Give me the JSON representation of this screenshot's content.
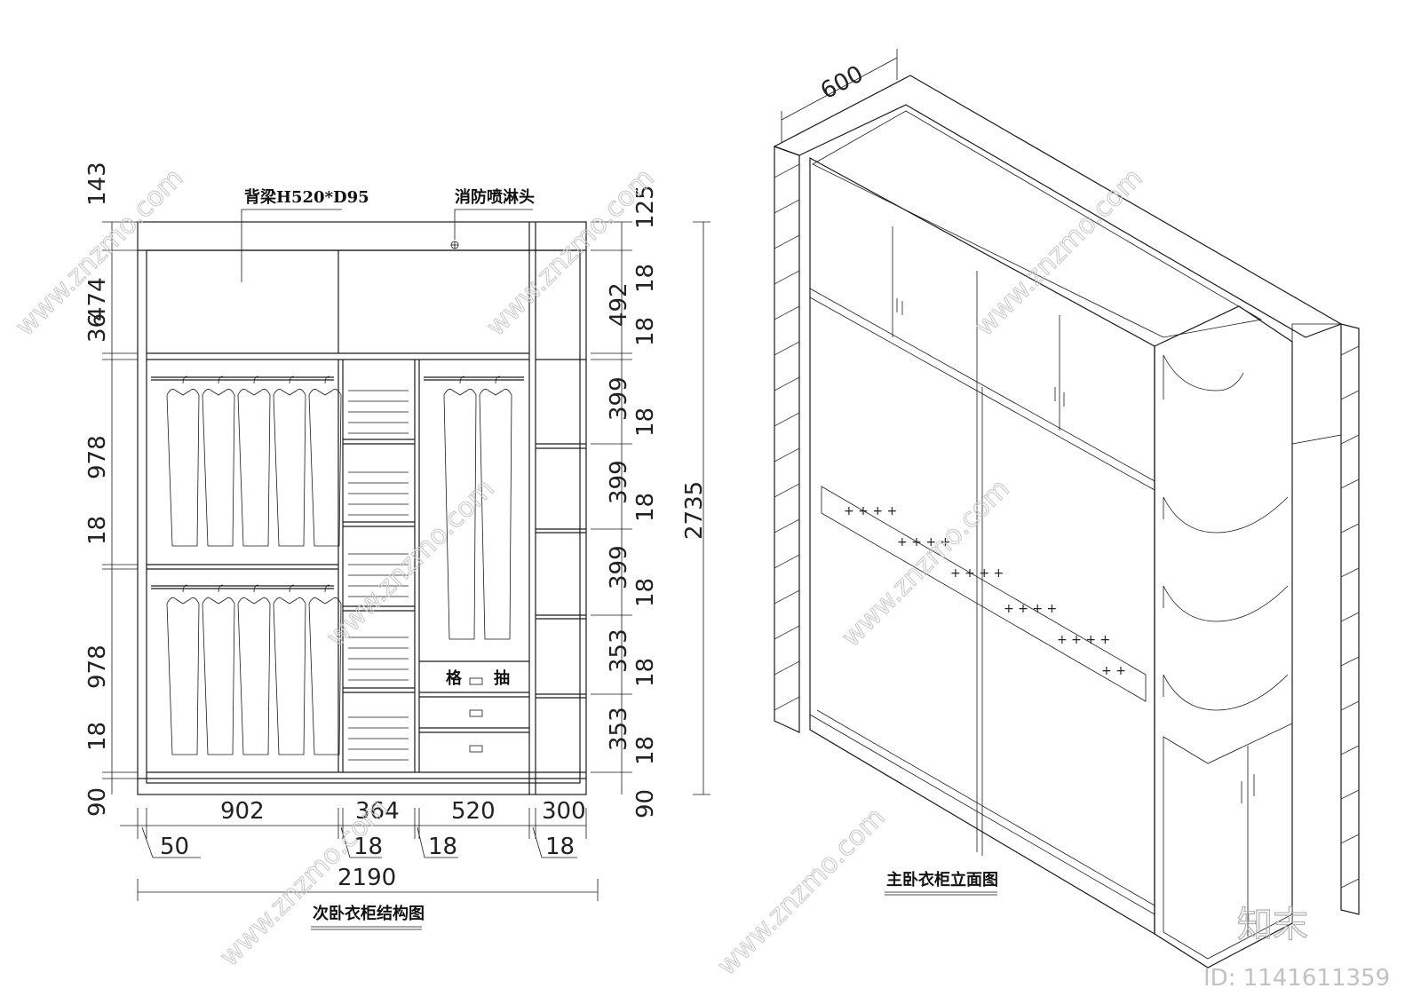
{
  "left_drawing": {
    "title": "次卧衣柜结构图",
    "beam_label": "背梁H520*D95",
    "sprinkler_label": "消防喷淋头",
    "drawer_label_a": "格",
    "drawer_label_b": "抽",
    "dims_left": [
      "143",
      "474",
      "36",
      "978",
      "18",
      "978",
      "18",
      "90"
    ],
    "dims_right": [
      "125",
      "18",
      "492",
      "18",
      "399",
      "18",
      "399",
      "18",
      "399",
      "18",
      "353",
      "18",
      "353",
      "18",
      "90"
    ],
    "total_height": "2735",
    "dims_bottom_top": [
      "902",
      "364",
      "520",
      "300"
    ],
    "dims_bottom_low": [
      "50",
      "18",
      "18",
      "18"
    ],
    "total_width": "2190"
  },
  "right_drawing": {
    "title": "主卧衣柜立面图",
    "depth_dim": "600"
  },
  "watermark": {
    "site": "www.znzmo.com",
    "brand": "知末",
    "id_text": "ID: 1141611359"
  }
}
